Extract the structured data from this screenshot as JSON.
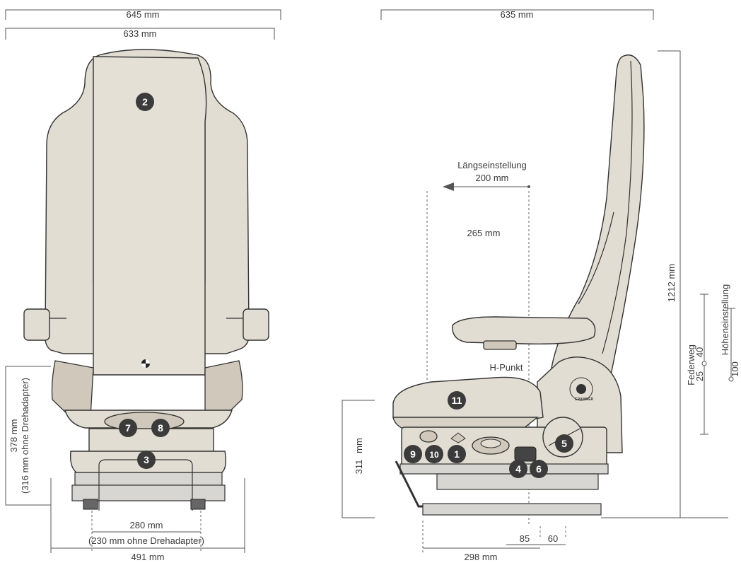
{
  "front_view": {
    "width_top_outer": "645 mm",
    "width_top_inner": "633 mm",
    "height_label_1": "378 mm",
    "height_label_2": "(316 mm ohne Drehadapter)",
    "base_width": "280 mm",
    "base_width_note": "(230 mm ohne Drehadapter)",
    "bottom_width": "491 mm",
    "badges": [
      "2",
      "7",
      "8",
      "3"
    ]
  },
  "side_view": {
    "width_top": "635 mm",
    "laengs_title": "Längseinstellung",
    "laengs_value": "200 mm",
    "dim_265": "265 mm",
    "h_punkt": "H-Punkt",
    "height_total": "1212 mm",
    "height_311": "311",
    "height_311_unit": "mm",
    "dim_85": "85",
    "dim_60": "60",
    "dim_298": "298 mm",
    "federweg_label": "Federweg",
    "federweg_40": "40",
    "federweg_25": "25",
    "hoehen_label": "Höheneinstellung",
    "hoehen_100": "100",
    "badges": [
      "11",
      "5",
      "9",
      "10",
      "1",
      "4",
      "6"
    ],
    "brand_text": "GRAMMER"
  },
  "colors": {
    "upholstery": "#e2ddd2",
    "badge": "#3b3b3b",
    "line": "#333333"
  }
}
